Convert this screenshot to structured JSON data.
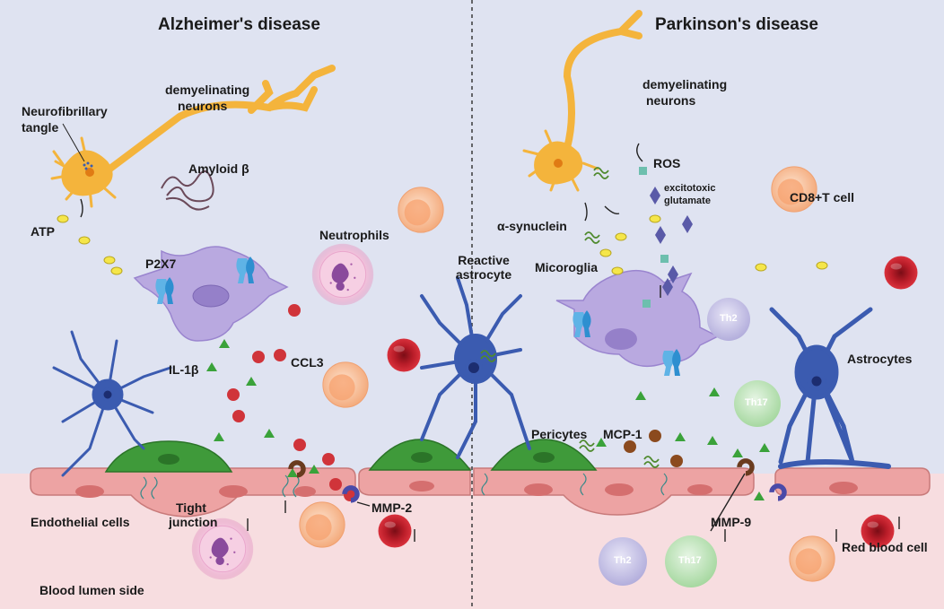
{
  "titles": {
    "left": "Alzheimer's disease",
    "right": "Parkinson's disease"
  },
  "labels": {
    "neurofibrillary": "Neurofibrillary",
    "tangle": "tangle",
    "demyelinating_left_1": "demyelinating",
    "demyelinating_left_2": "neurons",
    "amyloid": "Amyloid β",
    "atp": "ATP",
    "p2x7": "P2X7",
    "neutrophils": "Neutrophils",
    "il1b": "IL-1β",
    "ccl3": "CCL3",
    "reactive_1": "Reactive",
    "reactive_2": "astrocyte",
    "endothelial": "Endothelial cells",
    "tight_1": "Tight",
    "tight_2": "junction",
    "mmp2": "MMP-2",
    "blood_lumen": "Blood lumen side",
    "demyelinating_right_1": "demyelinating",
    "demyelinating_right_2": "neurons",
    "ros": "ROS",
    "excito_1": "excitotoxic",
    "excito_2": "glutamate",
    "cd8": "CD8+T cell",
    "synuclein": "α-synuclein",
    "microglia": "Micoroglia",
    "astrocytes": "Astrocytes",
    "pericytes": "Pericytes",
    "mcp1": "MCP-1",
    "mmp9": "MMP-9",
    "rbc": "Red blood cell",
    "th2_a": "Th2",
    "th17_a": "Th17",
    "th2_b": "Th2",
    "th17_b": "Th17"
  },
  "colors": {
    "brain_bg": "#dfe3f1",
    "blood_bg": "#f7dde0",
    "neuron": "#f4b43c",
    "astrocyte": "#3b5bb0",
    "microglia": "#b9a9e0",
    "pericyte": "#3f9a3a",
    "endothelium": "#eda3a3",
    "rbc": "#c8202c",
    "tcell": "#f7b98a",
    "il1b": "#3aa23a"
  }
}
